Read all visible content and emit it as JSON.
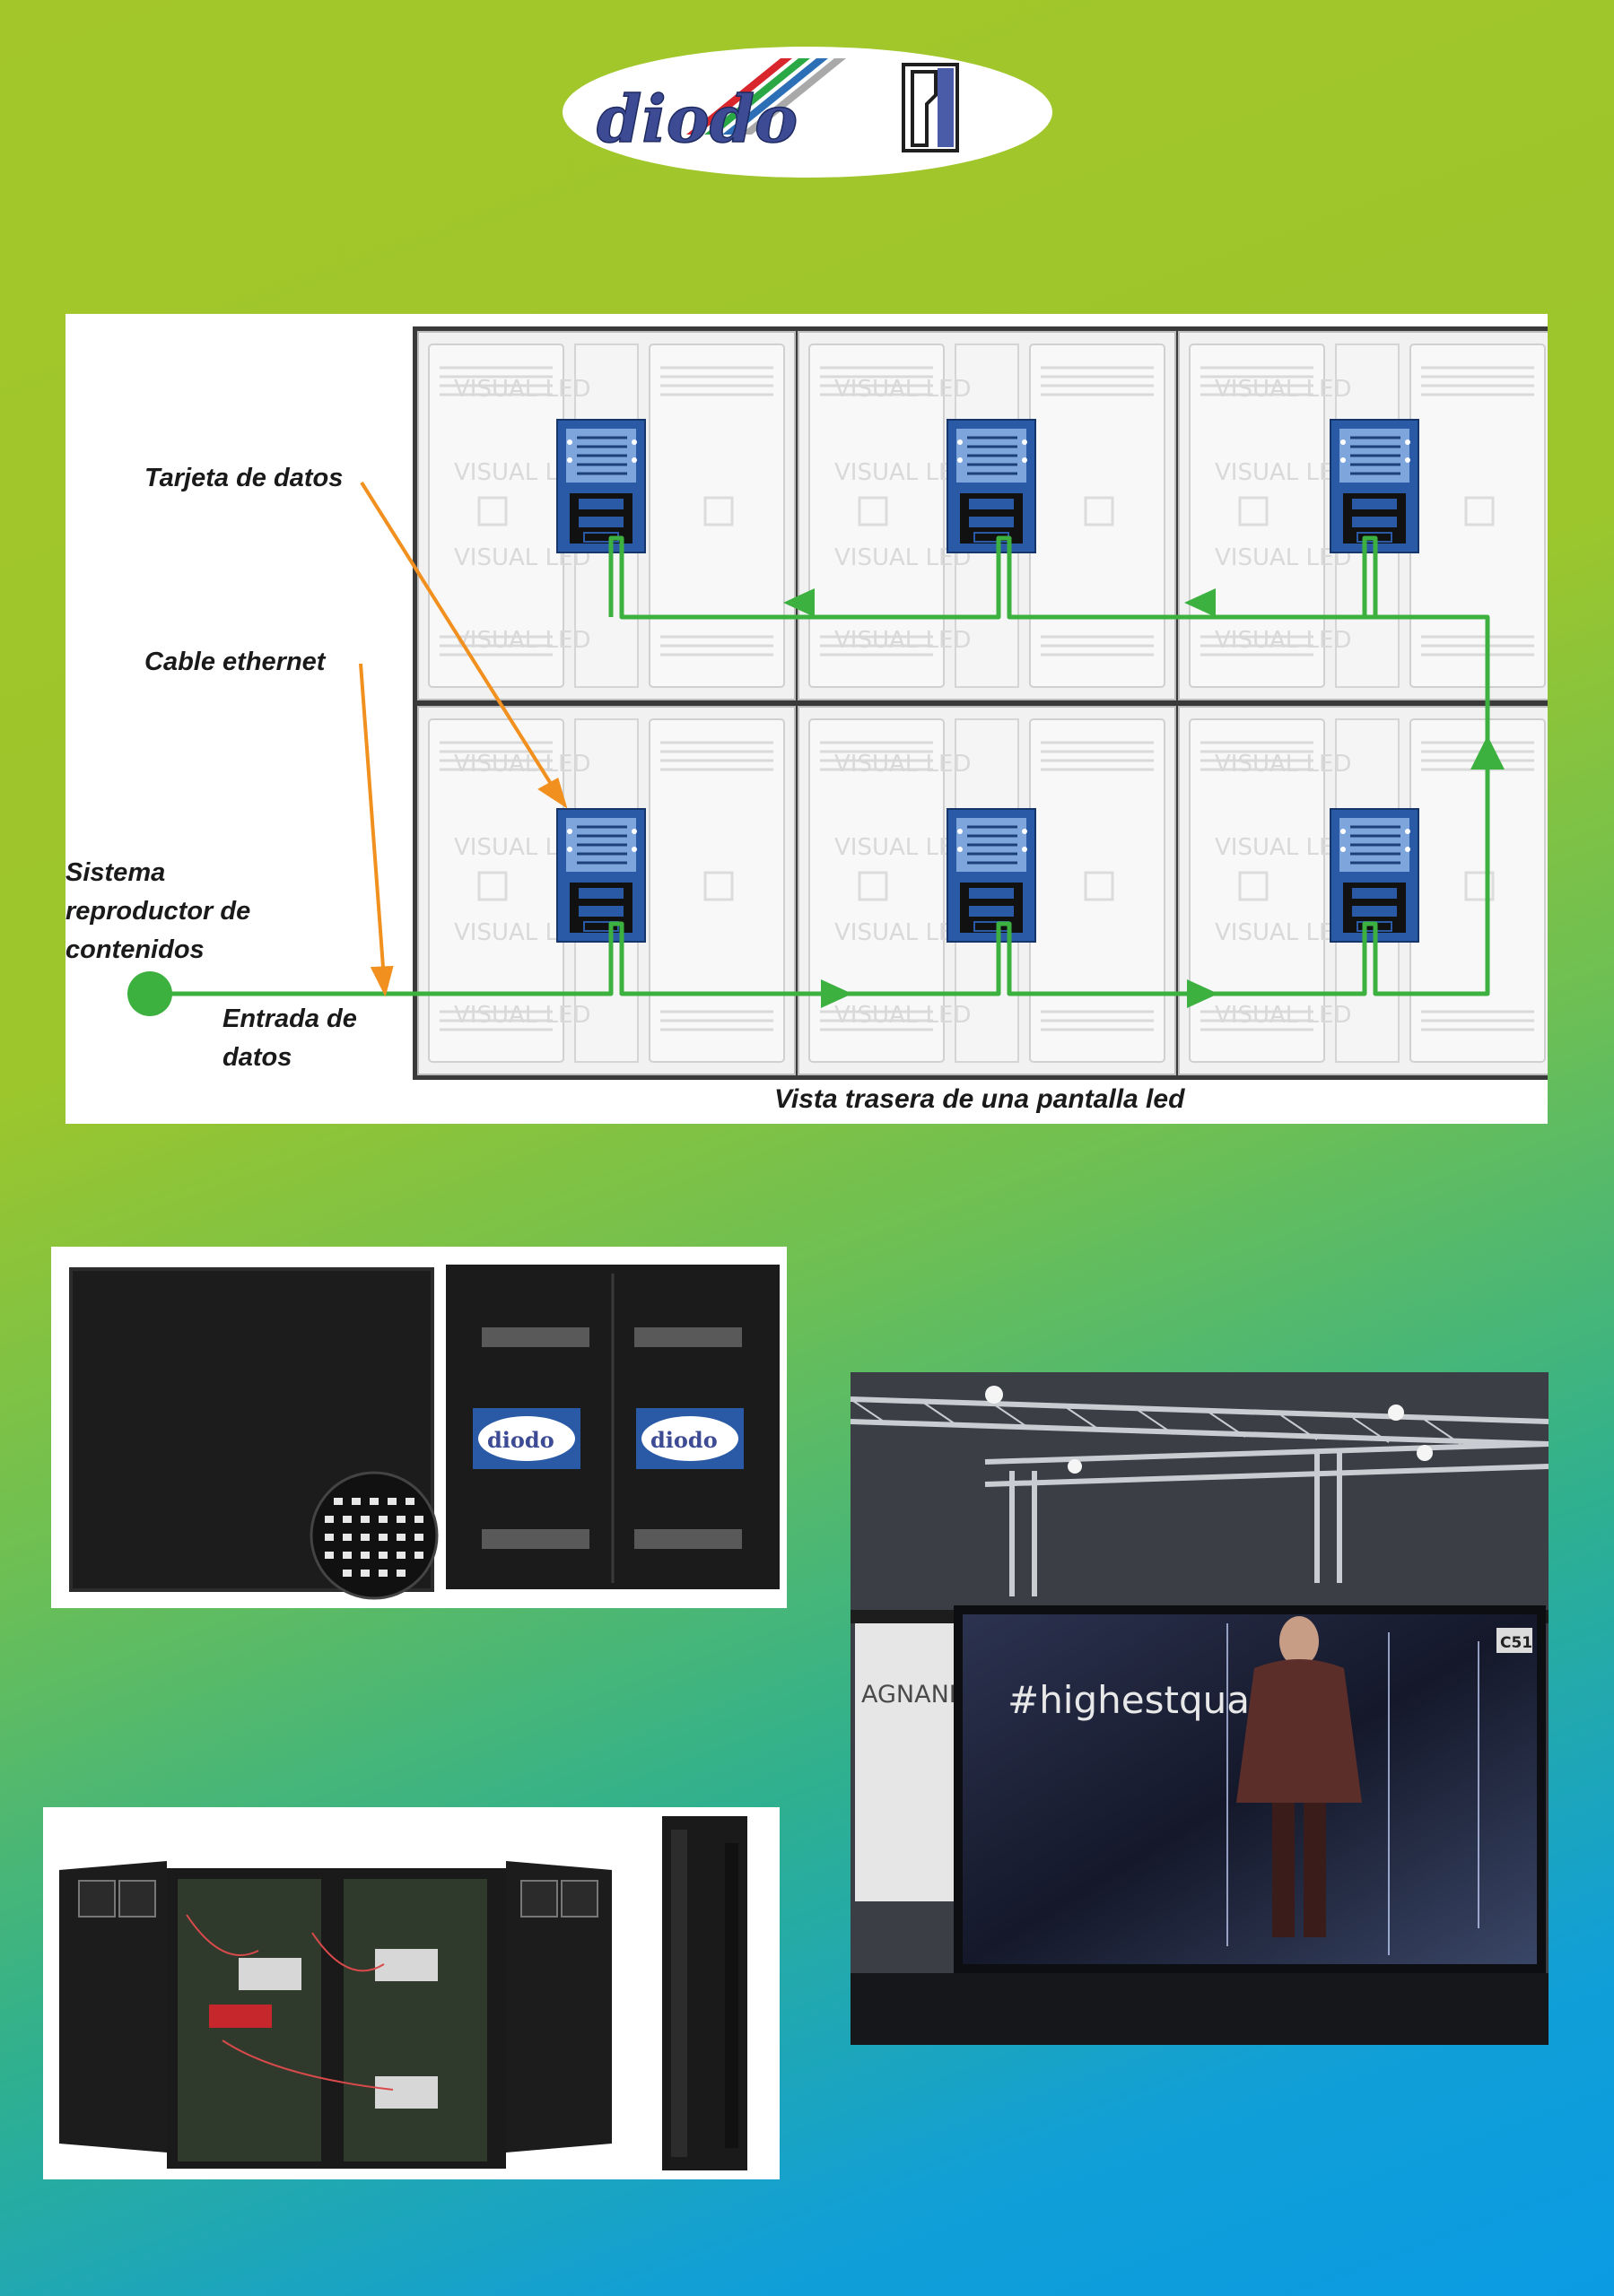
{
  "brand": {
    "logo_text": "diodo",
    "colors": {
      "text": "#3d4b94",
      "stripe_red": "#d8262c",
      "stripe_green": "#2aa846",
      "stripe_blue": "#2d6fb7",
      "card_blue": "#2a5aa6",
      "arrow_green": "#3db13f",
      "label_arrow_orange": "#f1901e"
    }
  },
  "diagram": {
    "labels": {
      "data_card": "Tarjeta de datos",
      "ethernet_cable": "Cable ethernet",
      "player_line1": "Sistema",
      "player_line2": "reproductor de",
      "player_line3": "contenidos",
      "data_input_line1": "Entrada de",
      "data_input_line2": "datos",
      "caption": "Vista trasera de una pantalla led"
    },
    "cabinet_watermark": "VISUAL LED"
  },
  "photos": {
    "display_hashtag": "#highestquality",
    "booth_name": "AGNANI",
    "booth_code": "C51"
  }
}
